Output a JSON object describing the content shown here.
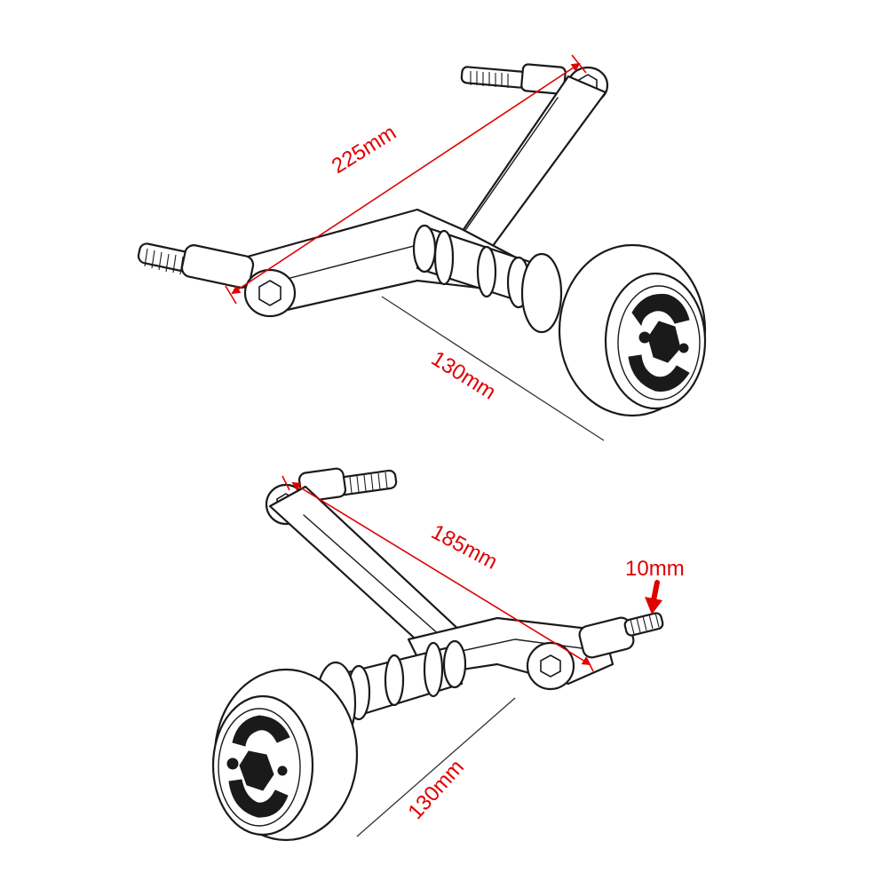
{
  "labels": {
    "top_diagonal": "225mm",
    "top_length": "130mm",
    "bottom_diagonal": "185mm",
    "bottom_length": "130mm",
    "bolt_diameter": "10mm"
  },
  "colors": {
    "dimension_red": "#e00000",
    "line_ink": "#1a1a1a",
    "background": "#ffffff"
  }
}
